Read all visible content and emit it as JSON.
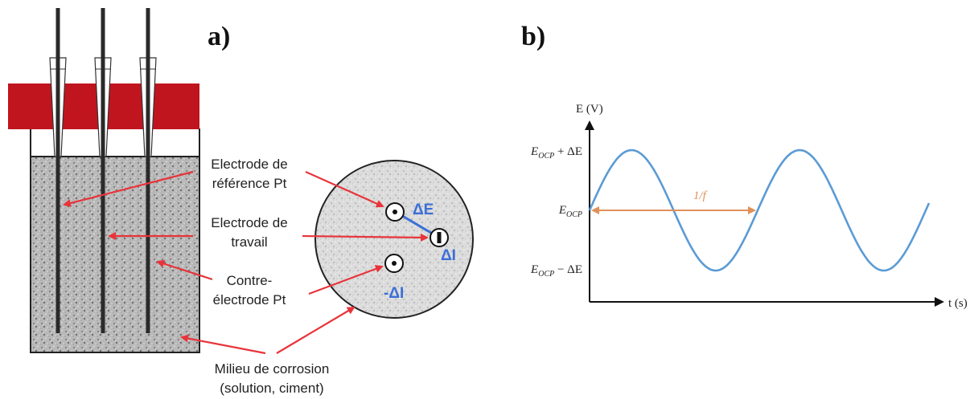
{
  "panel_a": {
    "label": "a)",
    "labels": {
      "ref_line1": "Electrode de",
      "ref_line2": "référence Pt",
      "work_line1": "Electrode de",
      "work_line2": "travail",
      "counter_line1": "Contre-",
      "counter_line2": "électrode Pt",
      "medium_line1": "Milieu de corrosion",
      "medium_line2": "(solution, ciment)"
    },
    "symbols": {
      "delta_e": "ΔE",
      "delta_i": "ΔI",
      "minus_delta_i": "-ΔI"
    },
    "colors": {
      "cap": "#c0151f",
      "arrow": "#e8343a",
      "symbol": "#3a6fd8"
    }
  },
  "panel_b": {
    "label": "b)",
    "y_axis_label": "E (V)",
    "x_axis_label": "t (s)",
    "tick_labels": {
      "top_main": "E",
      "top_sub": "OCP",
      "top_tail": " + ΔE",
      "mid_main": "E",
      "mid_sub": "OCP",
      "bot_main": "E",
      "bot_sub": "OCP",
      "bot_tail": " − ΔE"
    },
    "period_label": "1/f",
    "colors": {
      "wave": "#5b9bd5",
      "period_arrow": "#e0915a"
    }
  }
}
